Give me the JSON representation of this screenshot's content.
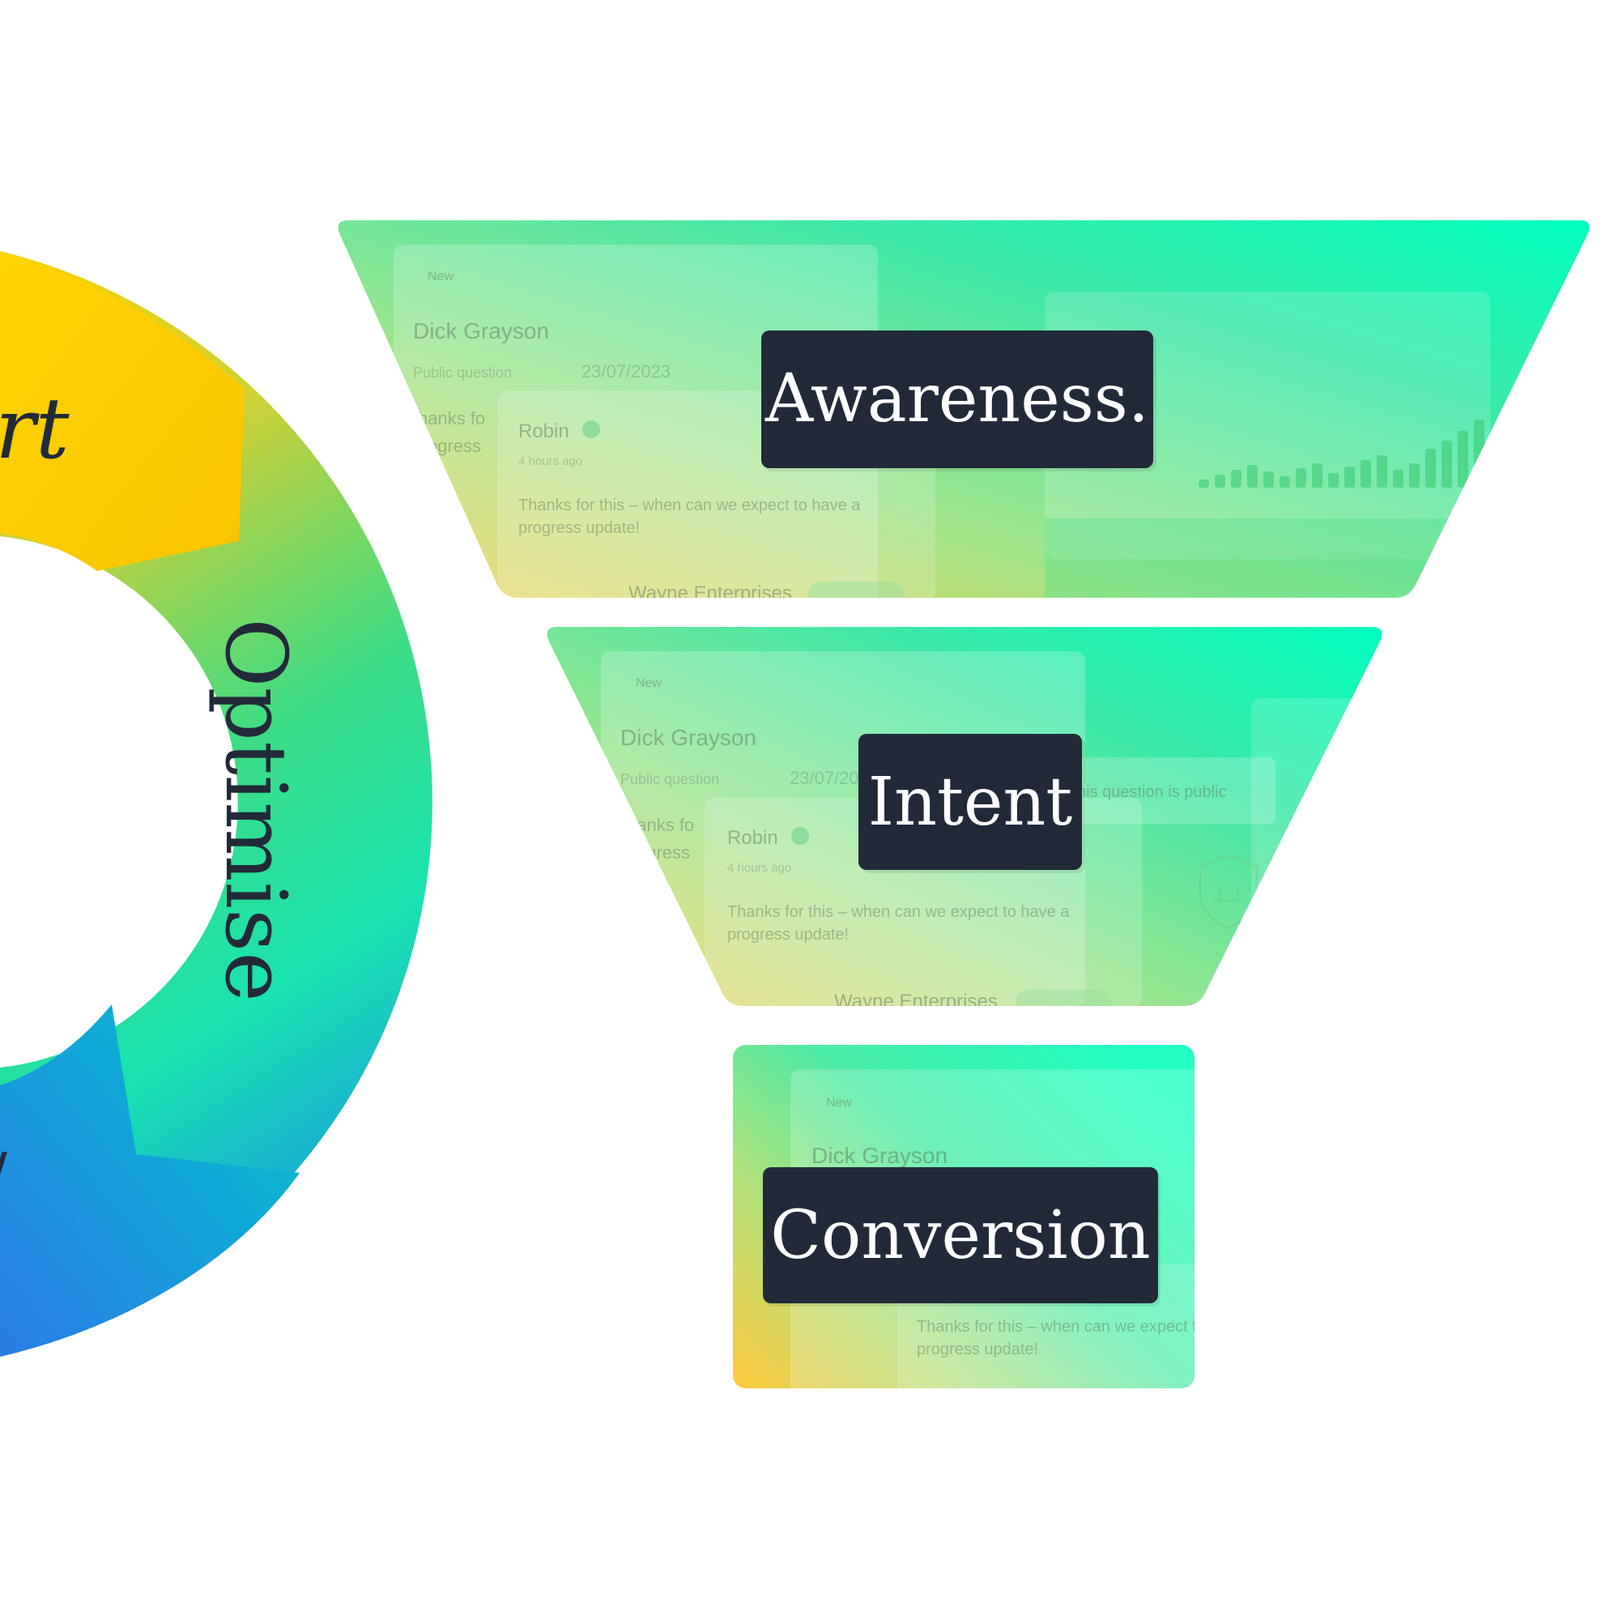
{
  "cycle": {
    "segments": [
      {
        "label": "rt",
        "color": "#f7c600"
      },
      {
        "label": "Optimise",
        "color": "#3ddc84"
      },
      {
        "label": "/",
        "color": "#1aa3d9"
      }
    ]
  },
  "funnel": {
    "stages": [
      {
        "label": "Awareness."
      },
      {
        "label": "Intent"
      },
      {
        "label": "Conversion"
      }
    ]
  },
  "mock_ui": {
    "tag": "New",
    "name": "Dick Grayson",
    "meta": "Public question",
    "date": "23/07/2023",
    "thanks_fragment": "hanks fo",
    "progress_fragment": "ogress",
    "reply_author": "Robin",
    "reply_time": "4 hours ago",
    "reply_line1": "Thanks for this – when can we expect to have a",
    "reply_line2": "progress update!",
    "company": "Wayne Enterprises",
    "public_note": "his question is public"
  },
  "colors": {
    "yellow": "#ffd000",
    "green": "#3ddc84",
    "mint": "#00ffbf",
    "blue": "#1e8fe6",
    "navy": "#222a3a"
  }
}
